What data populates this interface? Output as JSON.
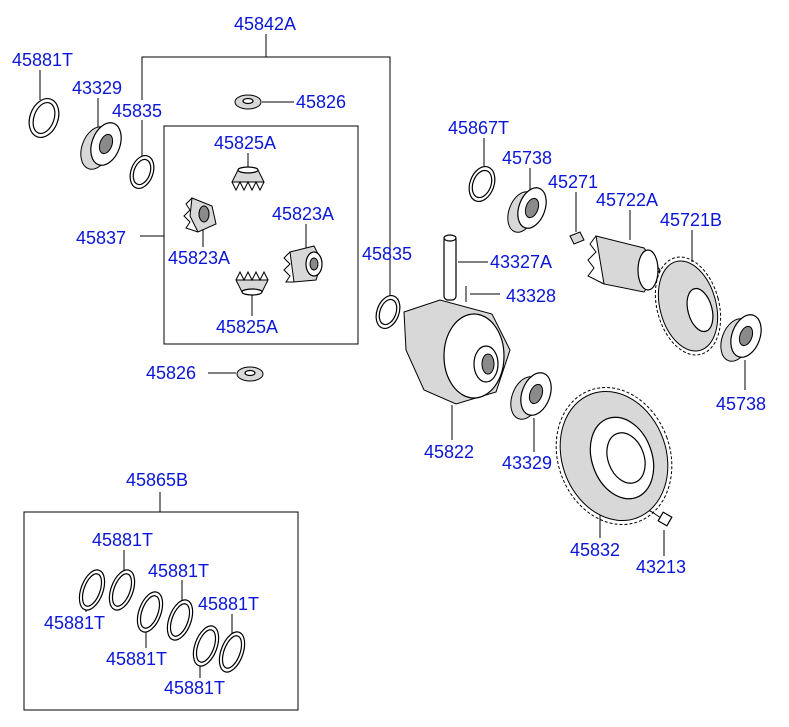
{
  "labels": {
    "assy_45842A": "45842A",
    "ring_45881T_top": "45881T",
    "bearing_43329_left": "43329",
    "washer_45835_left": "45835",
    "washer_45826_top": "45826",
    "gear_45825A_top": "45825A",
    "gear_45823A_right": "45823A",
    "gear_45823A_left": "45823A",
    "gear_45825A_bottom": "45825A",
    "set_45837": "45837",
    "washer_45835_right": "45835",
    "washer_45826_bottom": "45826",
    "ring_45867T": "45867T",
    "bearing_45738_top": "45738",
    "part_45271": "45271",
    "gear_45722A": "45722A",
    "gear_45721B": "45721B",
    "shaft_43327A": "43327A",
    "pin_43328": "43328",
    "case_45822": "45822",
    "bearing_43329_right": "43329",
    "bearing_45738_right": "45738",
    "ringgear_45832": "45832",
    "bolt_43213": "43213",
    "kit_45865B": "45865B",
    "kit_ring_1": "45881T",
    "kit_ring_2": "45881T",
    "kit_ring_3": "45881T",
    "kit_ring_4": "45881T",
    "kit_ring_5": "45881T",
    "kit_ring_6": "45881T"
  },
  "colors": {
    "label": "#0a16d8",
    "line": "#000000",
    "background": "#ffffff"
  }
}
